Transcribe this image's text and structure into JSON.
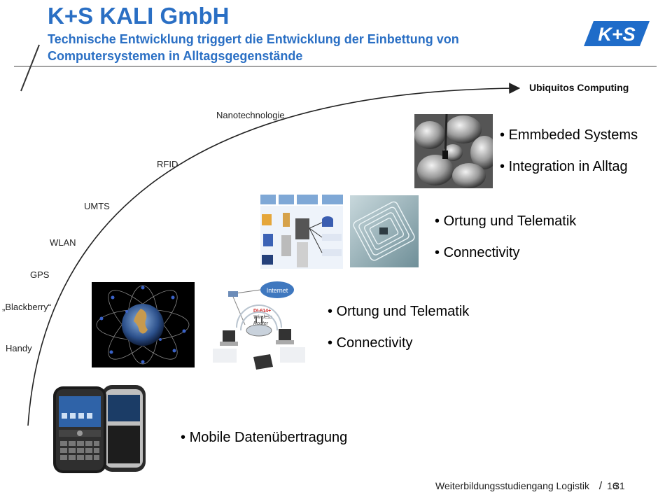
{
  "header": {
    "title": "K+S KALI GmbH",
    "subtitle": "Technische Entwicklung triggert die Entwicklung der Einbettung von Computersystemen in Alltagsgegenstände",
    "logo_text": "K+S"
  },
  "timeline": {
    "end_label": "Ubiquitos Computing",
    "stages": [
      "Handy",
      "„Blackberry“",
      "GPS",
      "WLAN",
      "UMTS",
      "RFID",
      "Nanotechnologie"
    ]
  },
  "groups": {
    "embedded": [
      "Emmbeded Systems",
      "Integration in Alltag"
    ],
    "rfid": [
      "Ortung und Telematik",
      "Connectivity"
    ],
    "wireless": [
      "Ortung und Telematik",
      "Connectivity"
    ],
    "mobile": [
      "Mobile Datenübertragung"
    ]
  },
  "images": {
    "wireless_internet": "Internet",
    "wireless_router_1": "DI-614+",
    "wireless_router_2": "Wireless",
    "wireless_router_3": "Router"
  },
  "footer": {
    "text": "Weiterbildungsstudiengang Logistik",
    "page_a": "16",
    "page_b": "31"
  },
  "colors": {
    "title": "#2a6fc4",
    "logo_bg": "#1f6cc9"
  }
}
